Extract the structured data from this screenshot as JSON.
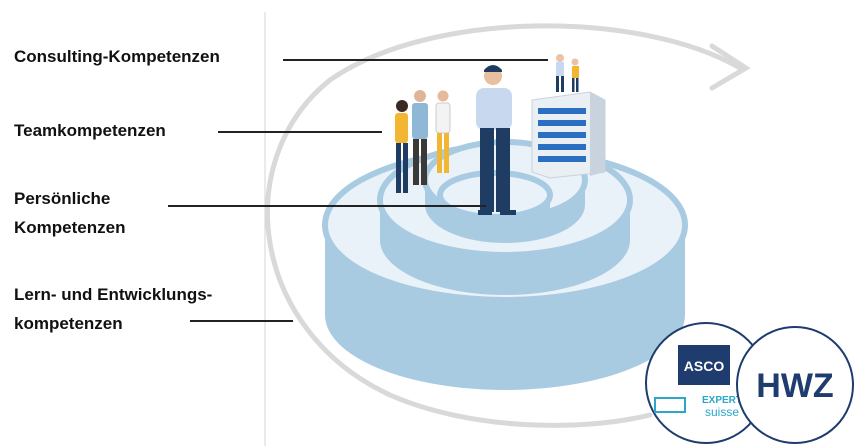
{
  "labels": {
    "consulting": "Consulting-Kompetenzen",
    "team": "Teamkompetenzen",
    "personal_line1": "Persönliche",
    "personal_line2": "Kompetenzen",
    "learning_line1": "Lern- und Entwicklungs-",
    "learning_line2": "kompetenzen"
  },
  "logos": {
    "asco": "ASCO",
    "expert": "EXPERT",
    "suisse": "suisse",
    "hwz": "HWZ"
  },
  "colors": {
    "ring": "#a9cbe2",
    "ring_dark": "#8fb8d6",
    "ring_light": "#e9f2f9",
    "arrow": "#d8d8d8",
    "figure_navy": "#1f3d63",
    "figure_shirt": "#a8c4e8",
    "accent_yellow": "#f2b632",
    "logo_navy": "#1f3c6e",
    "logo_teal": "#2aa7c9"
  }
}
